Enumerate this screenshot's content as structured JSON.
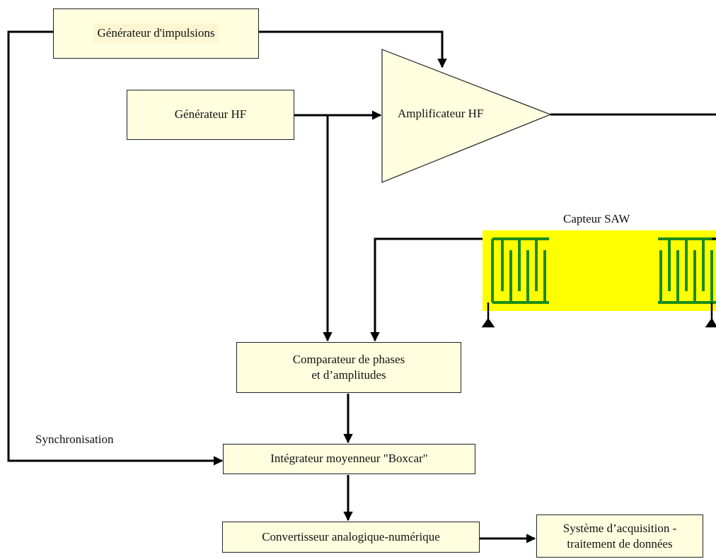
{
  "blocks": {
    "pulse_generator": "Générateur d'impulsions",
    "hf_generator": "Générateur HF",
    "hf_amplifier": "Amplificateur HF",
    "phase_comparator_line1": "Comparateur de phases",
    "phase_comparator_line2": "et d’amplitudes",
    "boxcar_integrator": "Intégrateur moyenneur \"Boxcar\"",
    "adc_converter": "Convertisseur analogique-numérique",
    "acquisition_line1": "Système d’acquisition -",
    "acquisition_line2": "traitement de données"
  },
  "labels": {
    "saw_sensor": "Capteur SAW",
    "synchronisation": "Synchronisation"
  },
  "colors": {
    "block_fill": "#ffffe0",
    "saw_substrate": "#ffff00",
    "electrode": "#1a8c1a"
  }
}
